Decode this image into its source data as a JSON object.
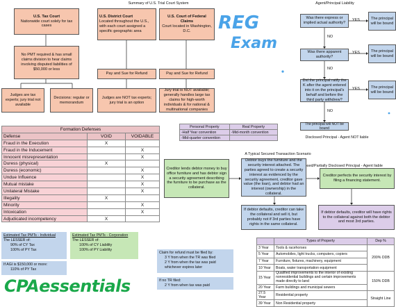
{
  "court": {
    "title": "Summary of U.S. Trial Court System",
    "tax_court": {
      "name": "U.S. Tax Court",
      "desc": "Nationwide court solely for tax cases"
    },
    "district_court": {
      "name": "U.S. District Court",
      "desc": "Located throughout the U.S., with each court assigned a specific geographic area"
    },
    "claims_court": {
      "name": "U.S. Court of Federal Claims",
      "desc": "Court located in Washington, D.C."
    },
    "no_pmt": "No PMT required & has small claims division to hear claims involving disputed liabilities of $50,000 or less",
    "pay_sue_1": "Pay and Sue for Refund",
    "pay_sue_2": "Pay and Sue for Refund",
    "tax_judges": "Judges are tax experts; jury trial not available",
    "decisions": "Decisions: regular or memorandum",
    "district_judges": "Judges are NOT tax experts; jury trial is an option",
    "claims_jury": "Jury trial is NOT available; generally handles large tax claims for high-worth individuals & for national & multinational companies"
  },
  "stamp": {
    "line1": "REG",
    "line2": "Exam"
  },
  "agent": {
    "title": "Agent/Principal Liability",
    "q1": "Was there express or implied actual authority?",
    "q2": "Was there apparent authority?",
    "q3": "Did the principal ratify the K after the agent entered into it on the principal's behalf and before the third party withdrew?",
    "yes1": "YES",
    "yes2": "YES",
    "yes3": "YES",
    "no1": "NO",
    "no2": "NO",
    "no3": "NO",
    "bound1": "The principal will be bound",
    "bound2": "The principal will be bound",
    "bound3": "The principal will be bound",
    "not_bound": "The principal will NOT be bound",
    "disclosed": "Disclosed Principal - Agent NOT liable",
    "undisclosed": "Undisclosed/Partially Disclosed Principal - Agent liable"
  },
  "formation": {
    "title": "Formation Defenses",
    "headers": [
      "Defense",
      "VOID",
      "VOIDABLE"
    ],
    "rows": [
      [
        "Fraud in the Execution",
        "X",
        ""
      ],
      [
        "Fraud in the Inducement",
        "",
        "X"
      ],
      [
        "Innocent misrepresentation",
        "",
        "X"
      ],
      [
        "Duress (physical)",
        "X",
        ""
      ],
      [
        "Duress (economic)",
        "",
        "X"
      ],
      [
        "Undue Influence",
        "",
        "X"
      ],
      [
        "Mutual mistake",
        "",
        "X"
      ],
      [
        "Unilateral Mistake",
        "",
        "X"
      ],
      [
        "Illegality",
        "X",
        ""
      ],
      [
        "Minority",
        "",
        "X"
      ],
      [
        "Intoxication",
        "",
        "X"
      ],
      [
        "Adjudicated incompetency",
        "X",
        ""
      ]
    ]
  },
  "property_conv": {
    "headers": [
      "Personal Property",
      "Real Property"
    ],
    "rows": [
      [
        "-Half Year convention",
        "-Mid-month convention"
      ],
      [
        "-Mid-quarter convention",
        ""
      ]
    ]
  },
  "secured": {
    "title": "A Typical Secured Transaction Scenario",
    "creditor_lends": "Creditor lends debtor money to buy office furniture and has debtor sign a security agreement describing the furniture to be purchase as the collateral.",
    "attach": "Debtor buys the furniture and the security interest attached. The parties agreed to create a security interest as evidenced by the security agreement, creditor gave value (the loan), and debtor had an interest (ownership) in the collateral.",
    "perfect": "Creditor perfects the security interest by filing a financing statement.",
    "default1": "If debtor defaults, creditor can take the collateral and sell it, but probably not if 3rd parties have rights in the same collateral.",
    "default2": "If debtor defaults, creditor will have rights to the collateral against both the debtor and most 3rd parties."
  },
  "est_individual": {
    "title": "Estimated Tax PMTs - Individual",
    "lesser": "The LESSER of:",
    "a": "90% of CY Tax",
    "b": "100% of PY Tax"
  },
  "est_corporation": {
    "title": "Estimated Tax PMTs - Corporation",
    "lesser": "The LESSER of:",
    "a": "100% of CY Liability",
    "b": "100% of PY Liability"
  },
  "agi": {
    "line1": "If AGI is $150,000 or more:",
    "line2": "110% of PY Tax"
  },
  "refund": {
    "filed_title": "Claim for refund must be filed by:",
    "filed_a": "3 Y from when the TR was filed",
    "filed_b": "2 Y from when the tax was paid whichever expires later",
    "nofile_title": "If no TR filed:",
    "nofile_a": "2 Y from when tax was paid"
  },
  "property_types": {
    "headers": [
      "Types of Property",
      "Dep %"
    ],
    "rows": [
      [
        "3 Year",
        "Tools & racehorses"
      ],
      [
        "5 Year",
        "Automobiles, light trucks, computers, copiers"
      ],
      [
        "7 Year",
        "Furniture, fixtures, machinery, equipment"
      ],
      [
        "10 Year",
        "Boats, water transportation equipment"
      ],
      [
        "15 Year",
        "Qualified improvements to the interior of existing nonresidential buildings and certain improvements made directly to land"
      ],
      [
        "20 Year",
        "Farm buildings and municipal sewers"
      ],
      [
        "27.5 Year",
        "Residential property"
      ],
      [
        "39 Year",
        "Non Residential property"
      ]
    ],
    "dep": [
      "200% DDB",
      "150% DDB",
      "Straight Line"
    ]
  },
  "brand": "CPAessentials",
  "colors": {
    "salmon": "#f7c6ae",
    "blue": "#c2d5ec",
    "green": "#c6e7b6",
    "purple": "#dccde9",
    "pink": "#f8d2d6",
    "brand_green": "#1aa84a",
    "stamp_blue": "#4aa3e8"
  }
}
